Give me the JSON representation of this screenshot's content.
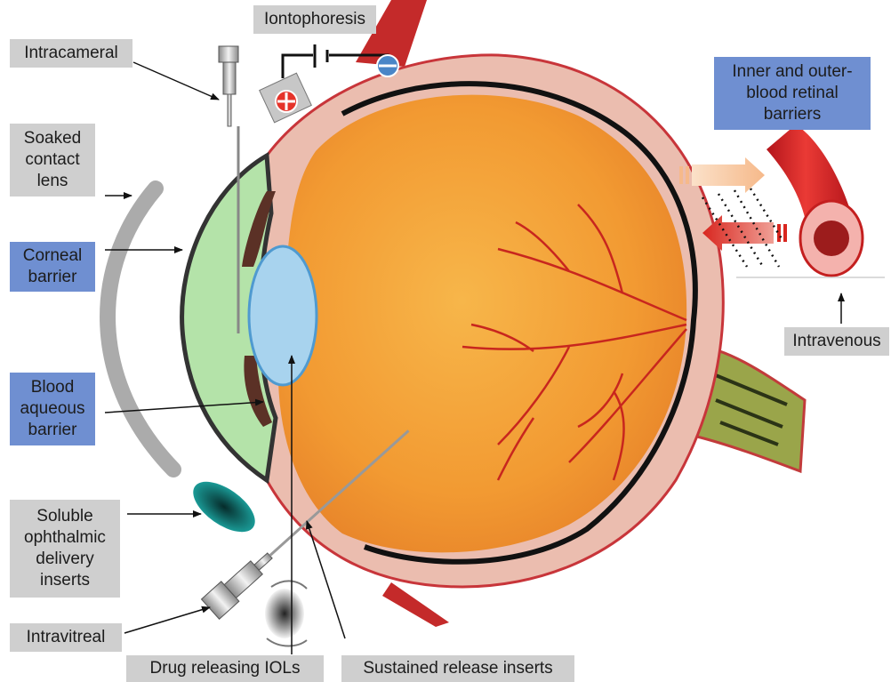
{
  "labels": {
    "iontophoresis": "Iontophoresis",
    "intracameral": "Intracameral",
    "soaked_contact_lens": [
      "Soaked",
      "contact",
      "lens"
    ],
    "corneal_barrier": [
      "Corneal",
      "barrier"
    ],
    "blood_aqueous_barrier": [
      "Blood",
      "aqueous",
      "barrier"
    ],
    "soluble_inserts": [
      "Soluble",
      "ophthalmic",
      "delivery",
      "inserts"
    ],
    "intravitreal": "Intravitreal",
    "drug_releasing_iols": "Drug releasing IOLs",
    "sustained_release_inserts": "Sustained release inserts",
    "inner_outer_barriers": [
      "Inner and outer-",
      "blood retinal",
      "barriers"
    ],
    "intravenous": "Intravenous"
  },
  "colors": {
    "grey_label": "#cfcfcf",
    "blue_label": "#6f8fd1",
    "vitreous": "#f2a33a",
    "sclera": "#e9b7a8",
    "cornea": "#b9e6b0",
    "lens": "#a9d4ef",
    "vessel": "#d8262a",
    "soluble_insert": "#1a8d8a"
  }
}
